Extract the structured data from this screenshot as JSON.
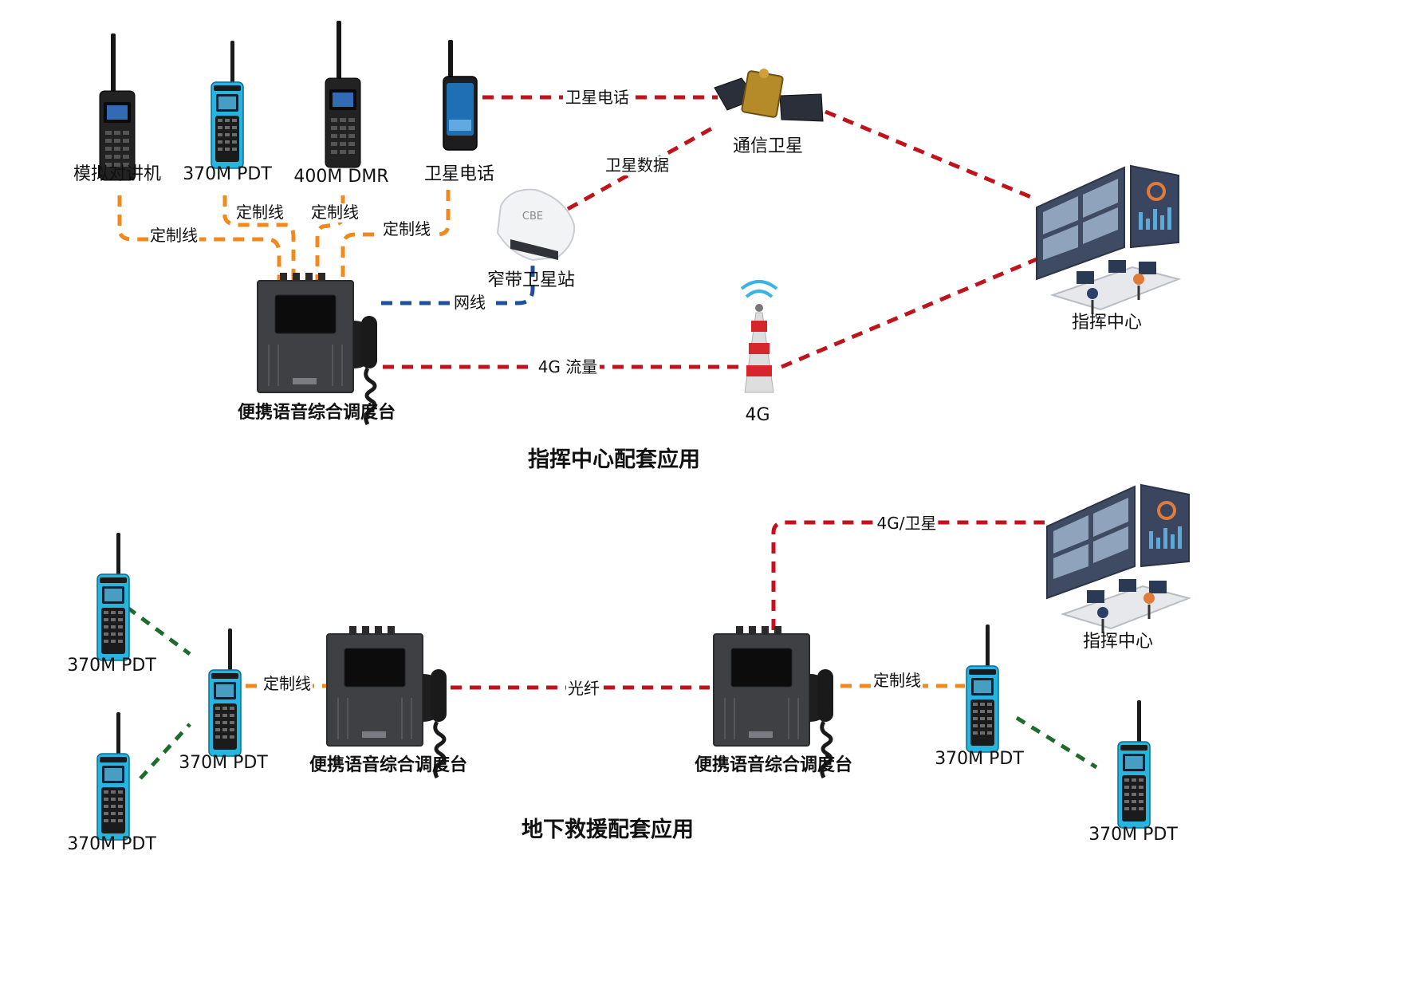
{
  "colors": {
    "satellite_link": "#c0141c",
    "custom_cable": "#f08a1f",
    "network_cable": "#1f4f9a",
    "radio_link": "#1e6b2c",
    "radio_blue": "#27b4de",
    "device_dark": "#3a3b3f"
  },
  "icons": [
    "handheld-radio-icon",
    "satellite-phone-icon",
    "satellite-icon",
    "satellite-station-icon",
    "dispatch-console-icon",
    "cell-tower-icon",
    "command-center-icon"
  ],
  "top": {
    "title": "指挥中心配套应用",
    "devices": {
      "analog_radio": "模拟对讲机",
      "pdt_radio": "370M PDT",
      "dmr_radio": "400M DMR",
      "sat_phone": "卫星电话",
      "satellite": "通信卫星",
      "sat_station": "窄带卫星站",
      "console": "便携语音综合调度台",
      "tower": "4G",
      "command_center": "指挥中心"
    },
    "links": {
      "custom_1": "定制线",
      "custom_2": "定制线",
      "custom_3": "定制线",
      "custom_4": "定制线",
      "sat_phone_link": "卫星电话",
      "sat_data": "卫星数据",
      "network": "网线",
      "lte": "4G 流量"
    }
  },
  "bottom": {
    "title": "地下救援配套应用",
    "devices": {
      "pdt_left_top": "370M PDT",
      "pdt_left_bottom": "370M PDT",
      "pdt_left_mid": "370M PDT",
      "console_left": "便携语音综合调度台",
      "console_right": "便携语音综合调度台",
      "pdt_right_mid": "370M PDT",
      "pdt_right_bottom": "370M PDT",
      "command_center": "指挥中心"
    },
    "links": {
      "custom_left": "定制线",
      "fiber": "光纤",
      "custom_right": "定制线",
      "uplink": "4G/卫星"
    }
  }
}
